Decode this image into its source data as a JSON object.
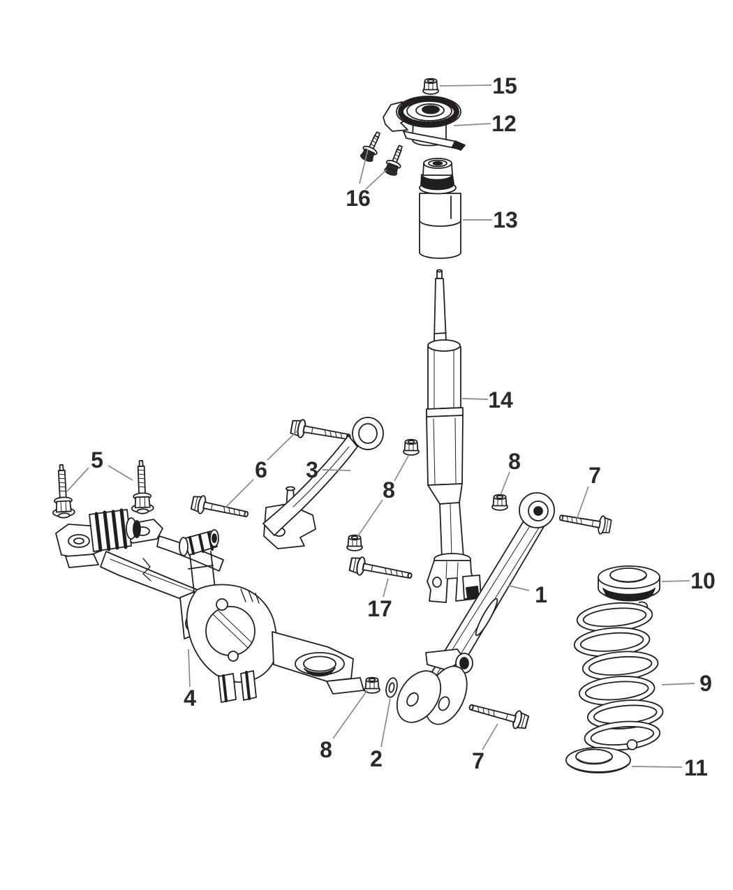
{
  "figure": {
    "background_color": "#ffffff",
    "part_line_color": "#231f20",
    "leader_line_color": "#8a8a8a",
    "label_color": "#2a2a2a"
  },
  "callouts": {
    "n1": "1",
    "n2": "2",
    "n3": "3",
    "n4": "4",
    "n5": "5",
    "n6": "6",
    "n7_right": "7",
    "n7_bottom": "7",
    "n8_mid": "8",
    "n8_right": "8",
    "n8_bottom": "8",
    "n9": "9",
    "n10": "10",
    "n11": "11",
    "n12": "12",
    "n13": "13",
    "n14": "14",
    "n15": "15",
    "n16": "16",
    "n17": "17"
  }
}
